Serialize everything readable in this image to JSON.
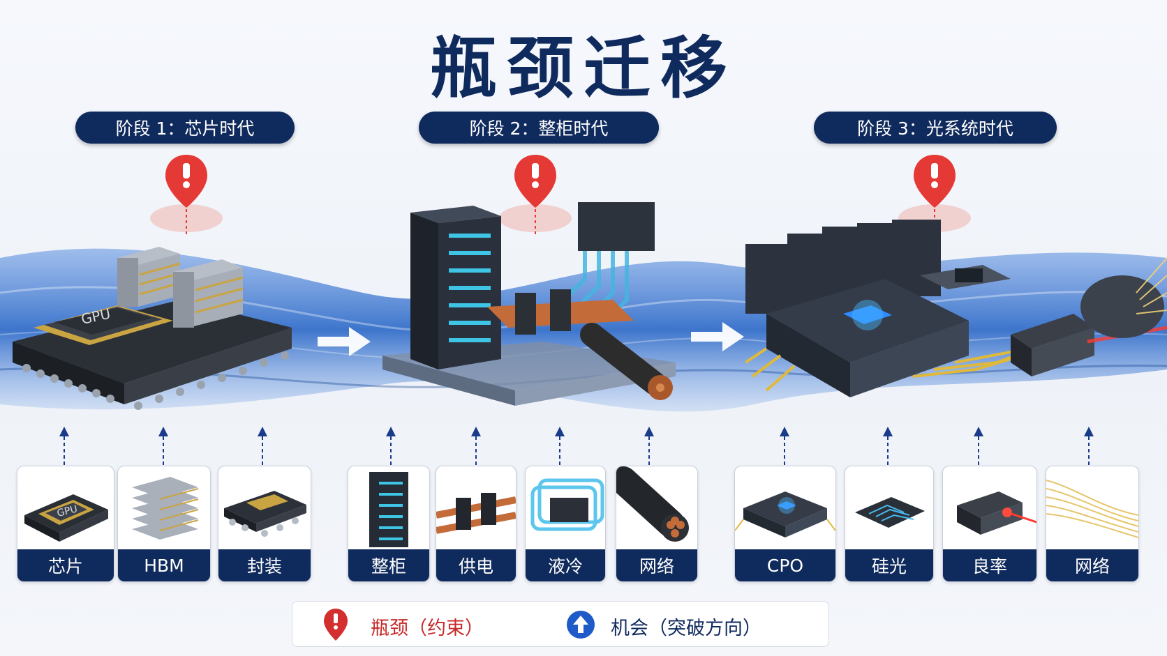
{
  "title": "瓶颈迁移",
  "stages": [
    {
      "label": "阶段 1：芯片时代"
    },
    {
      "label": "阶段 2：整柜时代"
    },
    {
      "label": "阶段 3：光系统时代"
    }
  ],
  "main_illustrations": [
    {
      "chip_text": "GPU"
    }
  ],
  "cards": [
    {
      "label": "芯片",
      "chip_text": "GPU"
    },
    {
      "label": "HBM"
    },
    {
      "label": "封装"
    },
    {
      "label": "整柜"
    },
    {
      "label": "供电"
    },
    {
      "label": "液冷"
    },
    {
      "label": "网络"
    },
    {
      "label": "CPO"
    },
    {
      "label": "硅光"
    },
    {
      "label": "良率"
    },
    {
      "label": "网络"
    }
  ],
  "legend": {
    "bottleneck_label": "瓶颈（约束）",
    "opportunity_label": "机会（突破方向）"
  },
  "colors": {
    "navy": "#0f2a5c",
    "pin_red": "#e53935",
    "wave_blue": "#1e5fc4",
    "arrow_blue": "#1a3a8a"
  },
  "icons": [
    "warning-pin-icon",
    "up-arrow-icon",
    "right-arrow-icon"
  ]
}
